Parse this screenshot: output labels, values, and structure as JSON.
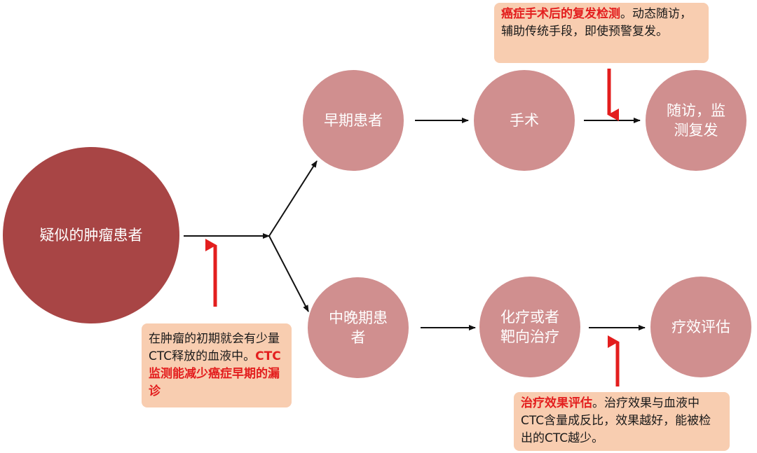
{
  "nodes": {
    "suspected": "疑似的肿瘤患者",
    "early": "早期患者",
    "late": "中晚期患者",
    "surgery": "手术",
    "followup": "随访，监测复发",
    "chemo": "化疗或者靶向治疗",
    "efficacy": "疗效评估"
  },
  "notes": {
    "top": {
      "highlight": "癌症手术后的复发检测",
      "text": "。动态随访，辅助传统手段，即使预警复发。"
    },
    "left": {
      "text": "在肿瘤的初期就会有少量CTC释放的血液中。",
      "highlight": "CTC监测能减少癌症早期的漏诊"
    },
    "bottom": {
      "highlight": "治疗效果评估",
      "text": "。治疗效果与血液中CTC含量成反比，效果越好，能被检出的CTC越少。"
    }
  },
  "colors": {
    "main_circle": "#a84545",
    "sub_circle": "#d08f8f",
    "note_bg": "#f8cdb0",
    "highlight": "#e31e1e",
    "red_arrow": "#e31e1e"
  }
}
